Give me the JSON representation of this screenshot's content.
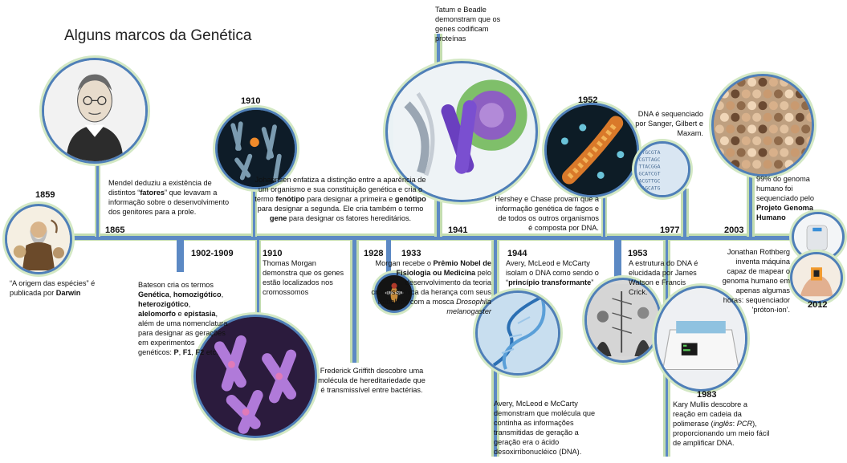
{
  "title": "Alguns marcos da Genética",
  "events": {
    "e1859": {
      "year": "1859",
      "parts": [
        [
          "n",
          "“A origem das espécies” é publicada por "
        ],
        [
          "b",
          "Darwin"
        ]
      ]
    },
    "e1865": {
      "year": "1865",
      "parts": [
        [
          "n",
          "Mendel deduziu a existência de distintos “"
        ],
        [
          "b",
          "fatores"
        ],
        [
          "n",
          "” que levavam a informação sobre o desenvolvimento dos genitores para a prole."
        ]
      ]
    },
    "e1902": {
      "year": "1902-1909",
      "parts": [
        [
          "n",
          "Bateson cria os termos "
        ],
        [
          "b",
          "Genética"
        ],
        [
          "n",
          ", "
        ],
        [
          "b",
          "homozigótico"
        ],
        [
          "n",
          ", "
        ],
        [
          "b",
          "heterozigótico"
        ],
        [
          "n",
          ", "
        ],
        [
          "b",
          "alelomorfo"
        ],
        [
          "n",
          " e "
        ],
        [
          "b",
          "epistasia"
        ],
        [
          "n",
          ", além de uma nomenclatura para designar as gerações em experimentos genéticos: "
        ],
        [
          "b",
          "P"
        ],
        [
          "n",
          ", "
        ],
        [
          "b",
          "F1"
        ],
        [
          "n",
          ", "
        ],
        [
          "b",
          "F2"
        ],
        [
          "n",
          " etc."
        ]
      ]
    },
    "e1910a": {
      "year": "1910",
      "parts": [
        [
          "n",
          "Johannsen enfatiza a distinção entre a aparência de um organismo e sua constituição genética e cria o termo "
        ],
        [
          "b",
          "fenótipo"
        ],
        [
          "n",
          " para designar a primeira e "
        ],
        [
          "b",
          "genótipo"
        ],
        [
          "n",
          " para designar a segunda. Ele cria também o termo "
        ],
        [
          "b",
          "gene"
        ],
        [
          "n",
          " para designar os fatores hereditários."
        ]
      ]
    },
    "e1910b": {
      "year": "1910",
      "parts": [
        [
          "n",
          "Thomas Morgan demonstra que os genes estão localizados nos cromossomos"
        ]
      ]
    },
    "e1928": {
      "year": "1928",
      "parts": [
        [
          "n",
          "Frederick Griffith descobre uma molécula de hereditariedade que é transmissível entre bactérias."
        ]
      ]
    },
    "e1933": {
      "year": "1933",
      "parts": [
        [
          "n",
          "Morgan recebe o "
        ],
        [
          "b",
          "Prêmio Nobel de Fisiologia ou Medicina"
        ],
        [
          "n",
          " pelo desenvolvimento da teoria cromossômica da herança com seus trabalhos com a mosca "
        ],
        [
          "i",
          "Drosophila melanogaster"
        ]
      ]
    },
    "e1941": {
      "year": "1941",
      "parts": [
        [
          "n",
          "Tatum e Beadle demonstram que os genes codificam proteínas"
        ]
      ]
    },
    "e1944a": {
      "year": "1944",
      "parts": [
        [
          "n",
          "Avery, McLeod e McCarty isolam o DNA como sendo o “"
        ],
        [
          "b",
          "princípio transformante"
        ],
        [
          "n",
          "”"
        ]
      ]
    },
    "e1944b": {
      "parts": [
        [
          "n",
          "Avery, McLeod e McCarty demonstram que molécula que continha as informações transmitidas de geração a geração era o ácido desoxirribonucléico (DNA)."
        ]
      ]
    },
    "e1952": {
      "year": "1952",
      "parts": [
        [
          "n",
          "Hershey e Chase provam que a informação genética de fagos e de todos os outros organismos é composta por DNA."
        ]
      ]
    },
    "e1953": {
      "year": "1953",
      "parts": [
        [
          "n",
          "A estrutura do DNA é elucidada por James Watson e Francis Crick."
        ]
      ]
    },
    "e1977": {
      "year": "1977",
      "parts": [
        [
          "n",
          "DNA é sequenciado por Sanger, Gilbert e Maxam."
        ]
      ]
    },
    "e1983": {
      "year": "1983",
      "parts": [
        [
          "n",
          "Kary Mullis descobre a reação em cadeia da polimerase ("
        ],
        [
          "i",
          "inglês"
        ],
        [
          "n",
          ": "
        ],
        [
          "i",
          "PCR"
        ],
        [
          "n",
          "), proporcionando um meio fácil de amplificar DNA."
        ]
      ]
    },
    "e2003": {
      "year": "2003",
      "parts": [
        [
          "n",
          "99% do genoma humano foi sequenciado pelo "
        ],
        [
          "b",
          "Projeto Genoma Humano"
        ]
      ]
    },
    "e2012": {
      "year": "2012",
      "parts": [
        [
          "n",
          "Jonathan Rothberg inventa máquina capaz de mapear o genoma humano em apenas algumas horas: sequenciador 'próton-ion'."
        ]
      ]
    }
  },
  "colors": {
    "axis_blue": "#5c89c4",
    "axis_green": "#c3ddb0",
    "circle_border": "#4f7fb8",
    "circle_halo": "#d3e8c4"
  },
  "images": [
    "darwin-illustration",
    "mendel-portrait",
    "chromosomes-image",
    "cell-chromosome-image",
    "drosophila-image",
    "phage-dna-image",
    "dna-helix-image",
    "chromosomes-purple-image",
    "dna-sequence-image",
    "watson-crick-photo",
    "pcr-machine-image",
    "crowd-image",
    "sequencer-device-image",
    "chip-in-hand-image"
  ]
}
